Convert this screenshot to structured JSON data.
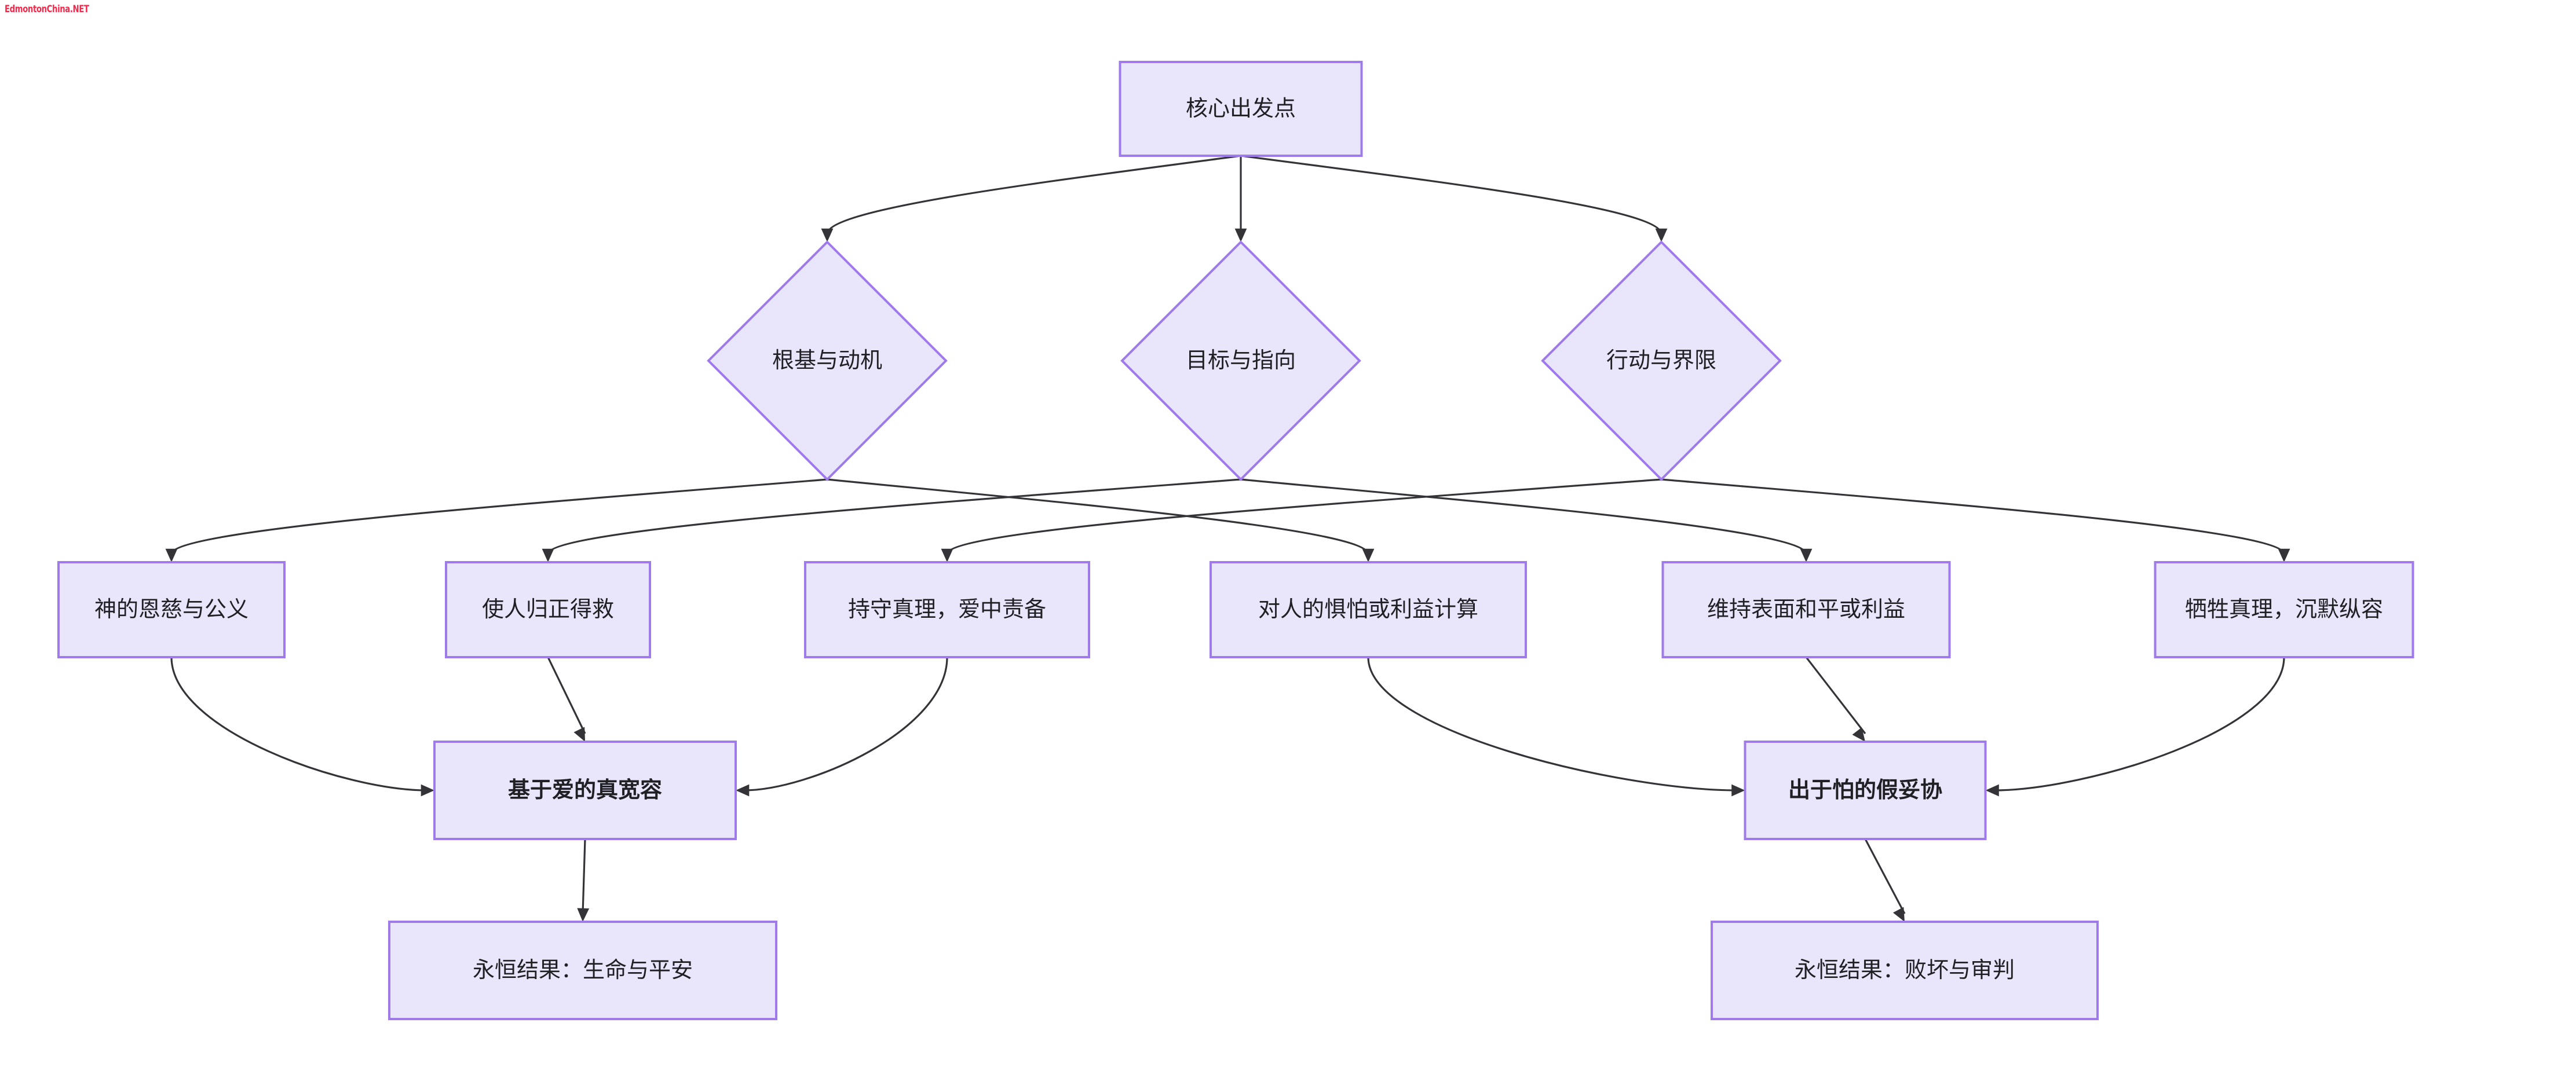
{
  "watermark": {
    "text": "EdmontonChina.NET",
    "color": "#f4284a"
  },
  "theme": {
    "node_fill": "#e9e5fb",
    "node_stroke": "#9f7aea",
    "edge_stroke": "#333338",
    "text_color": "#1f2024",
    "background": "#ffffff"
  },
  "chart_data": {
    "type": "diagram",
    "title": "",
    "orientation": "top-down",
    "nodes": [
      {
        "id": "root",
        "label": "核心出发点",
        "shape": "rect",
        "bold": false,
        "level": 0
      },
      {
        "id": "d1",
        "label": "根基与动机",
        "shape": "diamond",
        "bold": false,
        "level": 1
      },
      {
        "id": "d2",
        "label": "目标与指向",
        "shape": "diamond",
        "bold": false,
        "level": 1
      },
      {
        "id": "d3",
        "label": "行动与界限",
        "shape": "diamond",
        "bold": false,
        "level": 1
      },
      {
        "id": "b1",
        "label": "神的恩慈与公义",
        "shape": "rect",
        "bold": false,
        "level": 2
      },
      {
        "id": "b2",
        "label": "使人归正得救",
        "shape": "rect",
        "bold": false,
        "level": 2
      },
      {
        "id": "b3",
        "label": "持守真理，爱中责备",
        "shape": "rect",
        "bold": false,
        "level": 2
      },
      {
        "id": "b4",
        "label": "对人的惧怕或利益计算",
        "shape": "rect",
        "bold": false,
        "level": 2
      },
      {
        "id": "b5",
        "label": "维持表面和平或利益",
        "shape": "rect",
        "bold": false,
        "level": 2
      },
      {
        "id": "b6",
        "label": "牺牲真理，沉默纵容",
        "shape": "rect",
        "bold": false,
        "level": 2
      },
      {
        "id": "r1",
        "label": "基于爱的真宽容",
        "shape": "rect",
        "bold": true,
        "level": 3
      },
      {
        "id": "r2",
        "label": "出于怕的假妥协",
        "shape": "rect",
        "bold": true,
        "level": 3
      },
      {
        "id": "o1",
        "label": "永恒结果：生命与平安",
        "shape": "rect",
        "bold": false,
        "level": 4
      },
      {
        "id": "o2",
        "label": "永恒结果：败坏与审判",
        "shape": "rect",
        "bold": false,
        "level": 4
      }
    ],
    "edges": [
      {
        "from": "root",
        "to": "d1"
      },
      {
        "from": "root",
        "to": "d2"
      },
      {
        "from": "root",
        "to": "d3"
      },
      {
        "from": "d1",
        "to": "b1"
      },
      {
        "from": "d1",
        "to": "b4"
      },
      {
        "from": "d2",
        "to": "b2"
      },
      {
        "from": "d2",
        "to": "b5"
      },
      {
        "from": "d3",
        "to": "b3"
      },
      {
        "from": "d3",
        "to": "b6"
      },
      {
        "from": "b1",
        "to": "r1"
      },
      {
        "from": "b2",
        "to": "r1"
      },
      {
        "from": "b3",
        "to": "r1"
      },
      {
        "from": "b4",
        "to": "r2"
      },
      {
        "from": "b5",
        "to": "r2"
      },
      {
        "from": "b6",
        "to": "r2"
      },
      {
        "from": "r1",
        "to": "o1"
      },
      {
        "from": "r2",
        "to": "o2"
      }
    ]
  },
  "nodes": {
    "root": {
      "label": "核心出发点"
    },
    "d1": {
      "label": "根基与动机"
    },
    "d2": {
      "label": "目标与指向"
    },
    "d3": {
      "label": "行动与界限"
    },
    "b1": {
      "label": "神的恩慈与公义"
    },
    "b2": {
      "label": "使人归正得救"
    },
    "b3": {
      "label": "持守真理，爱中责备"
    },
    "b4": {
      "label": "对人的惧怕或利益计算"
    },
    "b5": {
      "label": "维持表面和平或利益"
    },
    "b6": {
      "label": "牺牲真理，沉默纵容"
    },
    "r1": {
      "label": "基于爱的真宽容"
    },
    "r2": {
      "label": "出于怕的假妥协"
    },
    "o1": {
      "label": "永恒结果：生命与平安"
    },
    "o2": {
      "label": "永恒结果：败坏与审判"
    }
  }
}
